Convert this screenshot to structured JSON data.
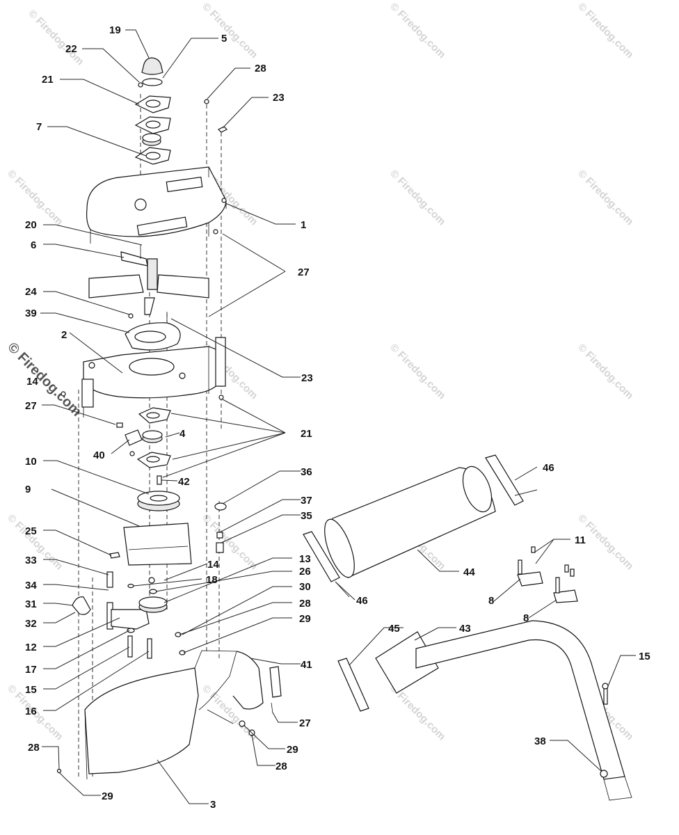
{
  "watermark": {
    "text": "© Firedog.com"
  },
  "callouts": [
    {
      "id": "c19",
      "label": "19"
    },
    {
      "id": "c22",
      "label": "22"
    },
    {
      "id": "c5",
      "label": "5"
    },
    {
      "id": "c28a",
      "label": "28"
    },
    {
      "id": "c21a",
      "label": "21"
    },
    {
      "id": "c23a",
      "label": "23"
    },
    {
      "id": "c7",
      "label": "7"
    },
    {
      "id": "c1",
      "label": "1"
    },
    {
      "id": "c20",
      "label": "20"
    },
    {
      "id": "c6",
      "label": "6"
    },
    {
      "id": "c27a",
      "label": "27"
    },
    {
      "id": "c24",
      "label": "24"
    },
    {
      "id": "c39",
      "label": "39"
    },
    {
      "id": "c2",
      "label": "2"
    },
    {
      "id": "c23b",
      "label": "23"
    },
    {
      "id": "c14a",
      "label": "14"
    },
    {
      "id": "c27b",
      "label": "27"
    },
    {
      "id": "c4",
      "label": "4"
    },
    {
      "id": "c21b",
      "label": "21"
    },
    {
      "id": "c40",
      "label": "40"
    },
    {
      "id": "c42",
      "label": "42"
    },
    {
      "id": "c10",
      "label": "10"
    },
    {
      "id": "c36",
      "label": "36"
    },
    {
      "id": "c9",
      "label": "9"
    },
    {
      "id": "c37",
      "label": "37"
    },
    {
      "id": "c35",
      "label": "35"
    },
    {
      "id": "c25",
      "label": "25"
    },
    {
      "id": "c33",
      "label": "33"
    },
    {
      "id": "c14b",
      "label": "14"
    },
    {
      "id": "c13",
      "label": "13"
    },
    {
      "id": "c18",
      "label": "18"
    },
    {
      "id": "c26",
      "label": "26"
    },
    {
      "id": "c34",
      "label": "34"
    },
    {
      "id": "c30",
      "label": "30"
    },
    {
      "id": "c31",
      "label": "31"
    },
    {
      "id": "c28b",
      "label": "28"
    },
    {
      "id": "c32",
      "label": "32"
    },
    {
      "id": "c29a",
      "label": "29"
    },
    {
      "id": "c12",
      "label": "12"
    },
    {
      "id": "c17",
      "label": "17"
    },
    {
      "id": "c15a",
      "label": "15"
    },
    {
      "id": "c16",
      "label": "16"
    },
    {
      "id": "c41",
      "label": "41"
    },
    {
      "id": "c27c",
      "label": "27"
    },
    {
      "id": "c29b",
      "label": "29"
    },
    {
      "id": "c28c",
      "label": "28"
    },
    {
      "id": "c28d",
      "label": "28"
    },
    {
      "id": "c29c",
      "label": "29"
    },
    {
      "id": "c3",
      "label": "3"
    },
    {
      "id": "c46a",
      "label": "46"
    },
    {
      "id": "c44",
      "label": "44"
    },
    {
      "id": "c46b",
      "label": "46"
    },
    {
      "id": "c11",
      "label": "11"
    },
    {
      "id": "c8a",
      "label": "8"
    },
    {
      "id": "c8b",
      "label": "8"
    },
    {
      "id": "c45",
      "label": "45"
    },
    {
      "id": "c43",
      "label": "43"
    },
    {
      "id": "c15b",
      "label": "15"
    },
    {
      "id": "c38",
      "label": "38"
    }
  ]
}
